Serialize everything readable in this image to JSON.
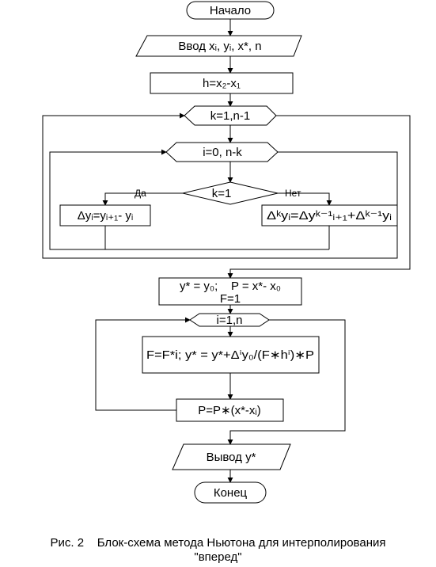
{
  "nodes": {
    "start": "Начало",
    "input": "Ввод xᵢ, yᵢ, x*, n",
    "step": "h=x₂-x₁",
    "loop_k": "k=1,n-1",
    "loop_i": "i=0, n-k",
    "decision": "k=1",
    "first_diff": "Δyᵢ=yᵢ₊₁- yᵢ",
    "higher_diff": "Δᵏyᵢ=Δyᵏ⁻¹ᵢ₊₁+Δᵏ⁻¹yᵢ",
    "init_line1": "y* = y₀;    P = x*- x₀",
    "init_line2": "F=1",
    "loop_out": "i=1,n",
    "formula": "F=F*i; y* = y*+Δⁱy₀/(F∗hⁱ)∗P",
    "update_p": "P=P∗(x*-xᵢ)",
    "output": "Вывод y*",
    "end": "Конец"
  },
  "branches": {
    "yes": "Да",
    "no": "Нет"
  },
  "caption": {
    "line1": "Рис. 2    Блок-схема метода Ньютона для интерполирования",
    "line2": "\"вперед\""
  }
}
